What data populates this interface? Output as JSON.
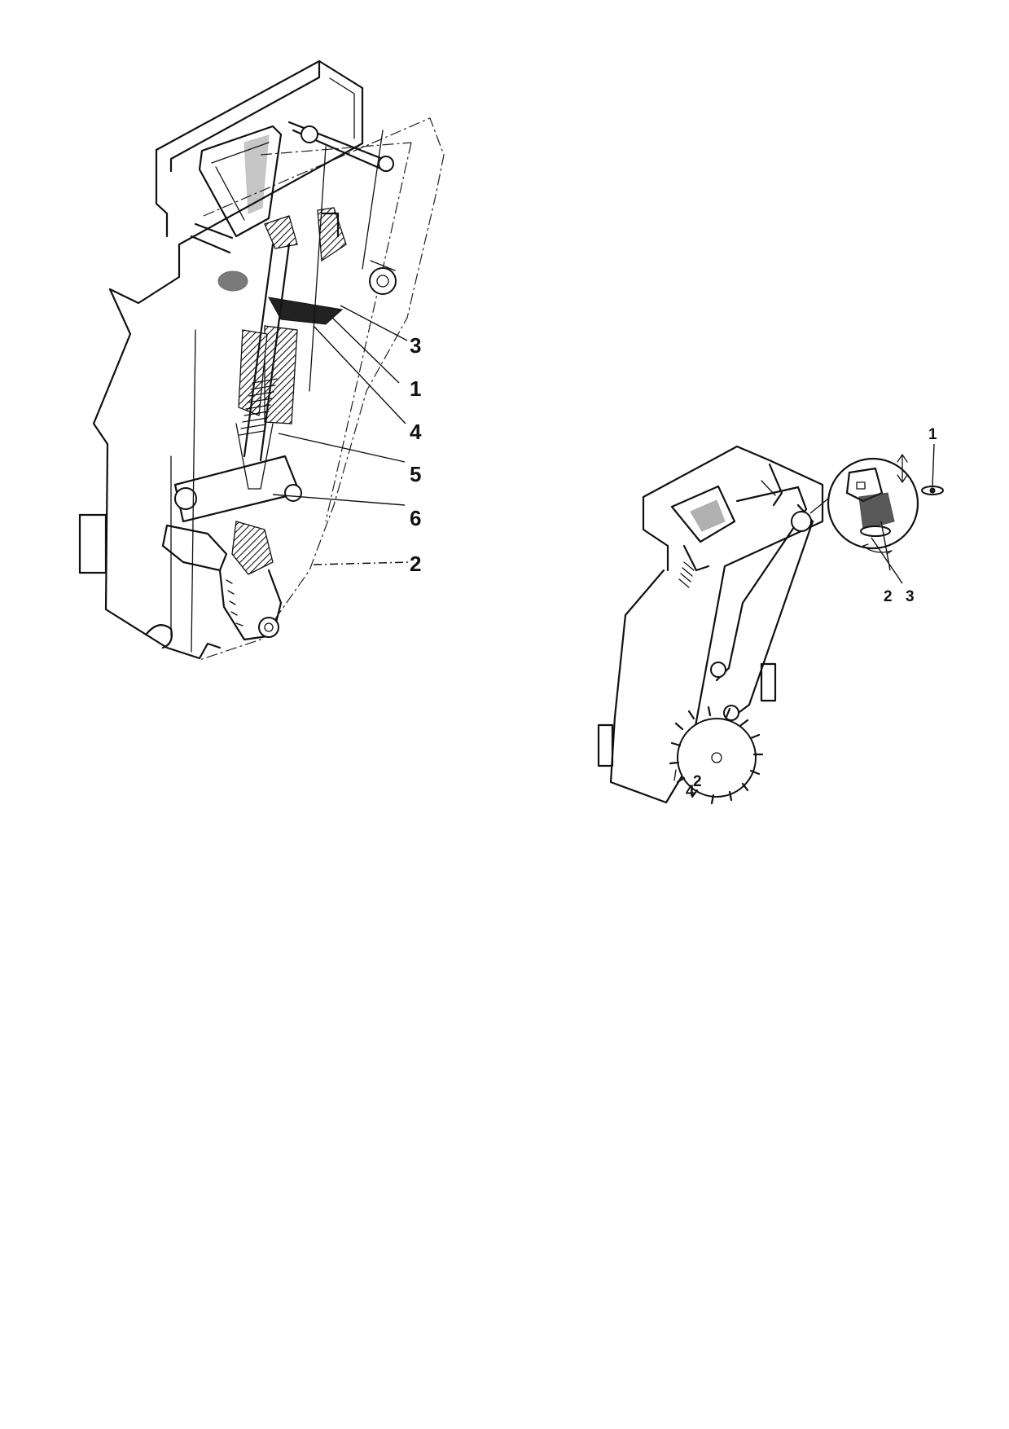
{
  "figure_left": {
    "callouts": [
      "3",
      "1",
      "4",
      "5",
      "6",
      "2"
    ]
  },
  "figure_right": {
    "detail_callouts": [
      "1",
      "2",
      "3"
    ],
    "dial_marks": [
      "2",
      "4"
    ]
  }
}
